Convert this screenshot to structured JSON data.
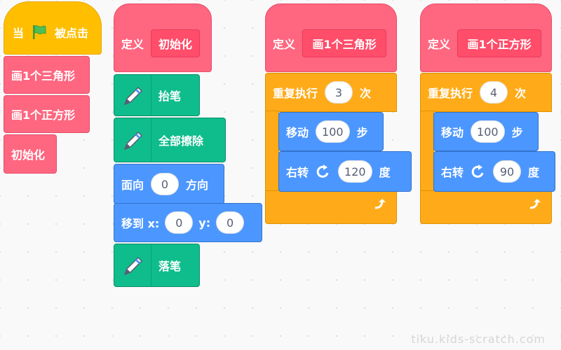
{
  "colors": {
    "events": "#FFBF00",
    "custom": "#FF6680",
    "control": "#FFAB19",
    "motion": "#4C97FF",
    "pen": "#0FBD8C",
    "flag": "#4CBF56"
  },
  "icons": [
    "green-flag-icon",
    "pen-icon",
    "rotate-right-icon",
    "loop-arrow-icon"
  ],
  "palette": {
    "hat_when": "当",
    "hat_clicked": "被点击",
    "calls": [
      "画1个三角形",
      "画1个正方形",
      "初始化"
    ]
  },
  "define_init": {
    "define_label": "定义",
    "name": "初始化",
    "pen_up": "抬笔",
    "clear": "全部擦除",
    "point_label": "面向",
    "point_value": "0",
    "point_suffix": "方向",
    "goto_label": "移到 x:",
    "goto_x": "0",
    "goto_y_label": "y:",
    "goto_y": "0",
    "pen_down": "落笔"
  },
  "define_triangle": {
    "define_label": "定义",
    "name": "画1个三角形",
    "repeat_label": "重复执行",
    "repeat_count": "3",
    "repeat_suffix": "次",
    "move_label": "移动",
    "move_value": "100",
    "move_suffix": "步",
    "turn_label": "右转",
    "turn_value": "120",
    "turn_suffix": "度"
  },
  "define_square": {
    "define_label": "定义",
    "name": "画1个正方形",
    "repeat_label": "重复执行",
    "repeat_count": "4",
    "repeat_suffix": "次",
    "move_label": "移动",
    "move_value": "100",
    "move_suffix": "步",
    "turn_label": "右转",
    "turn_value": "90",
    "turn_suffix": "度"
  },
  "watermark": "tiku.kids-scratch.com"
}
